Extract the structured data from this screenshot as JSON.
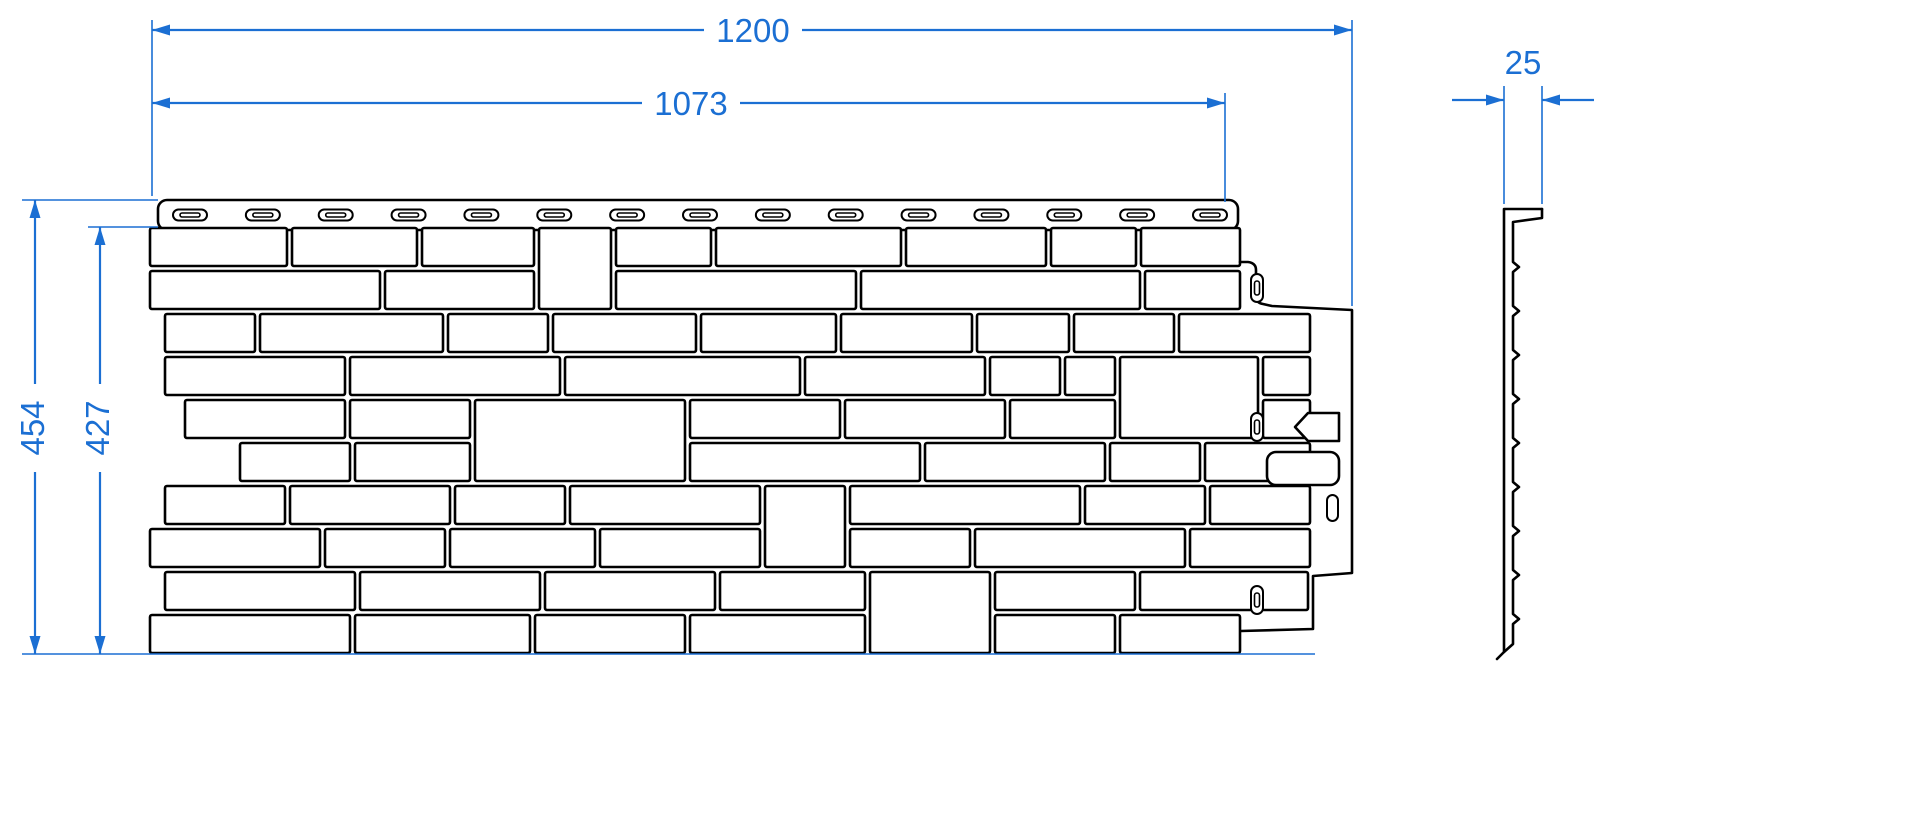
{
  "drawing": {
    "type": "facade-panel-technical-drawing",
    "views": {
      "front": "front-view-stone-facade-panel",
      "side": "side-profile-section"
    },
    "dimensions": {
      "total_width": "1200",
      "nail_strip_width": "1073",
      "total_height": "454",
      "visible_height": "427",
      "thickness": "25"
    },
    "features": {
      "nail_slot_count_top": 15,
      "side_slot_count": 3
    },
    "colors": {
      "dimension": "#1b6fd3",
      "outline": "#000000",
      "background": "#ffffff"
    }
  }
}
